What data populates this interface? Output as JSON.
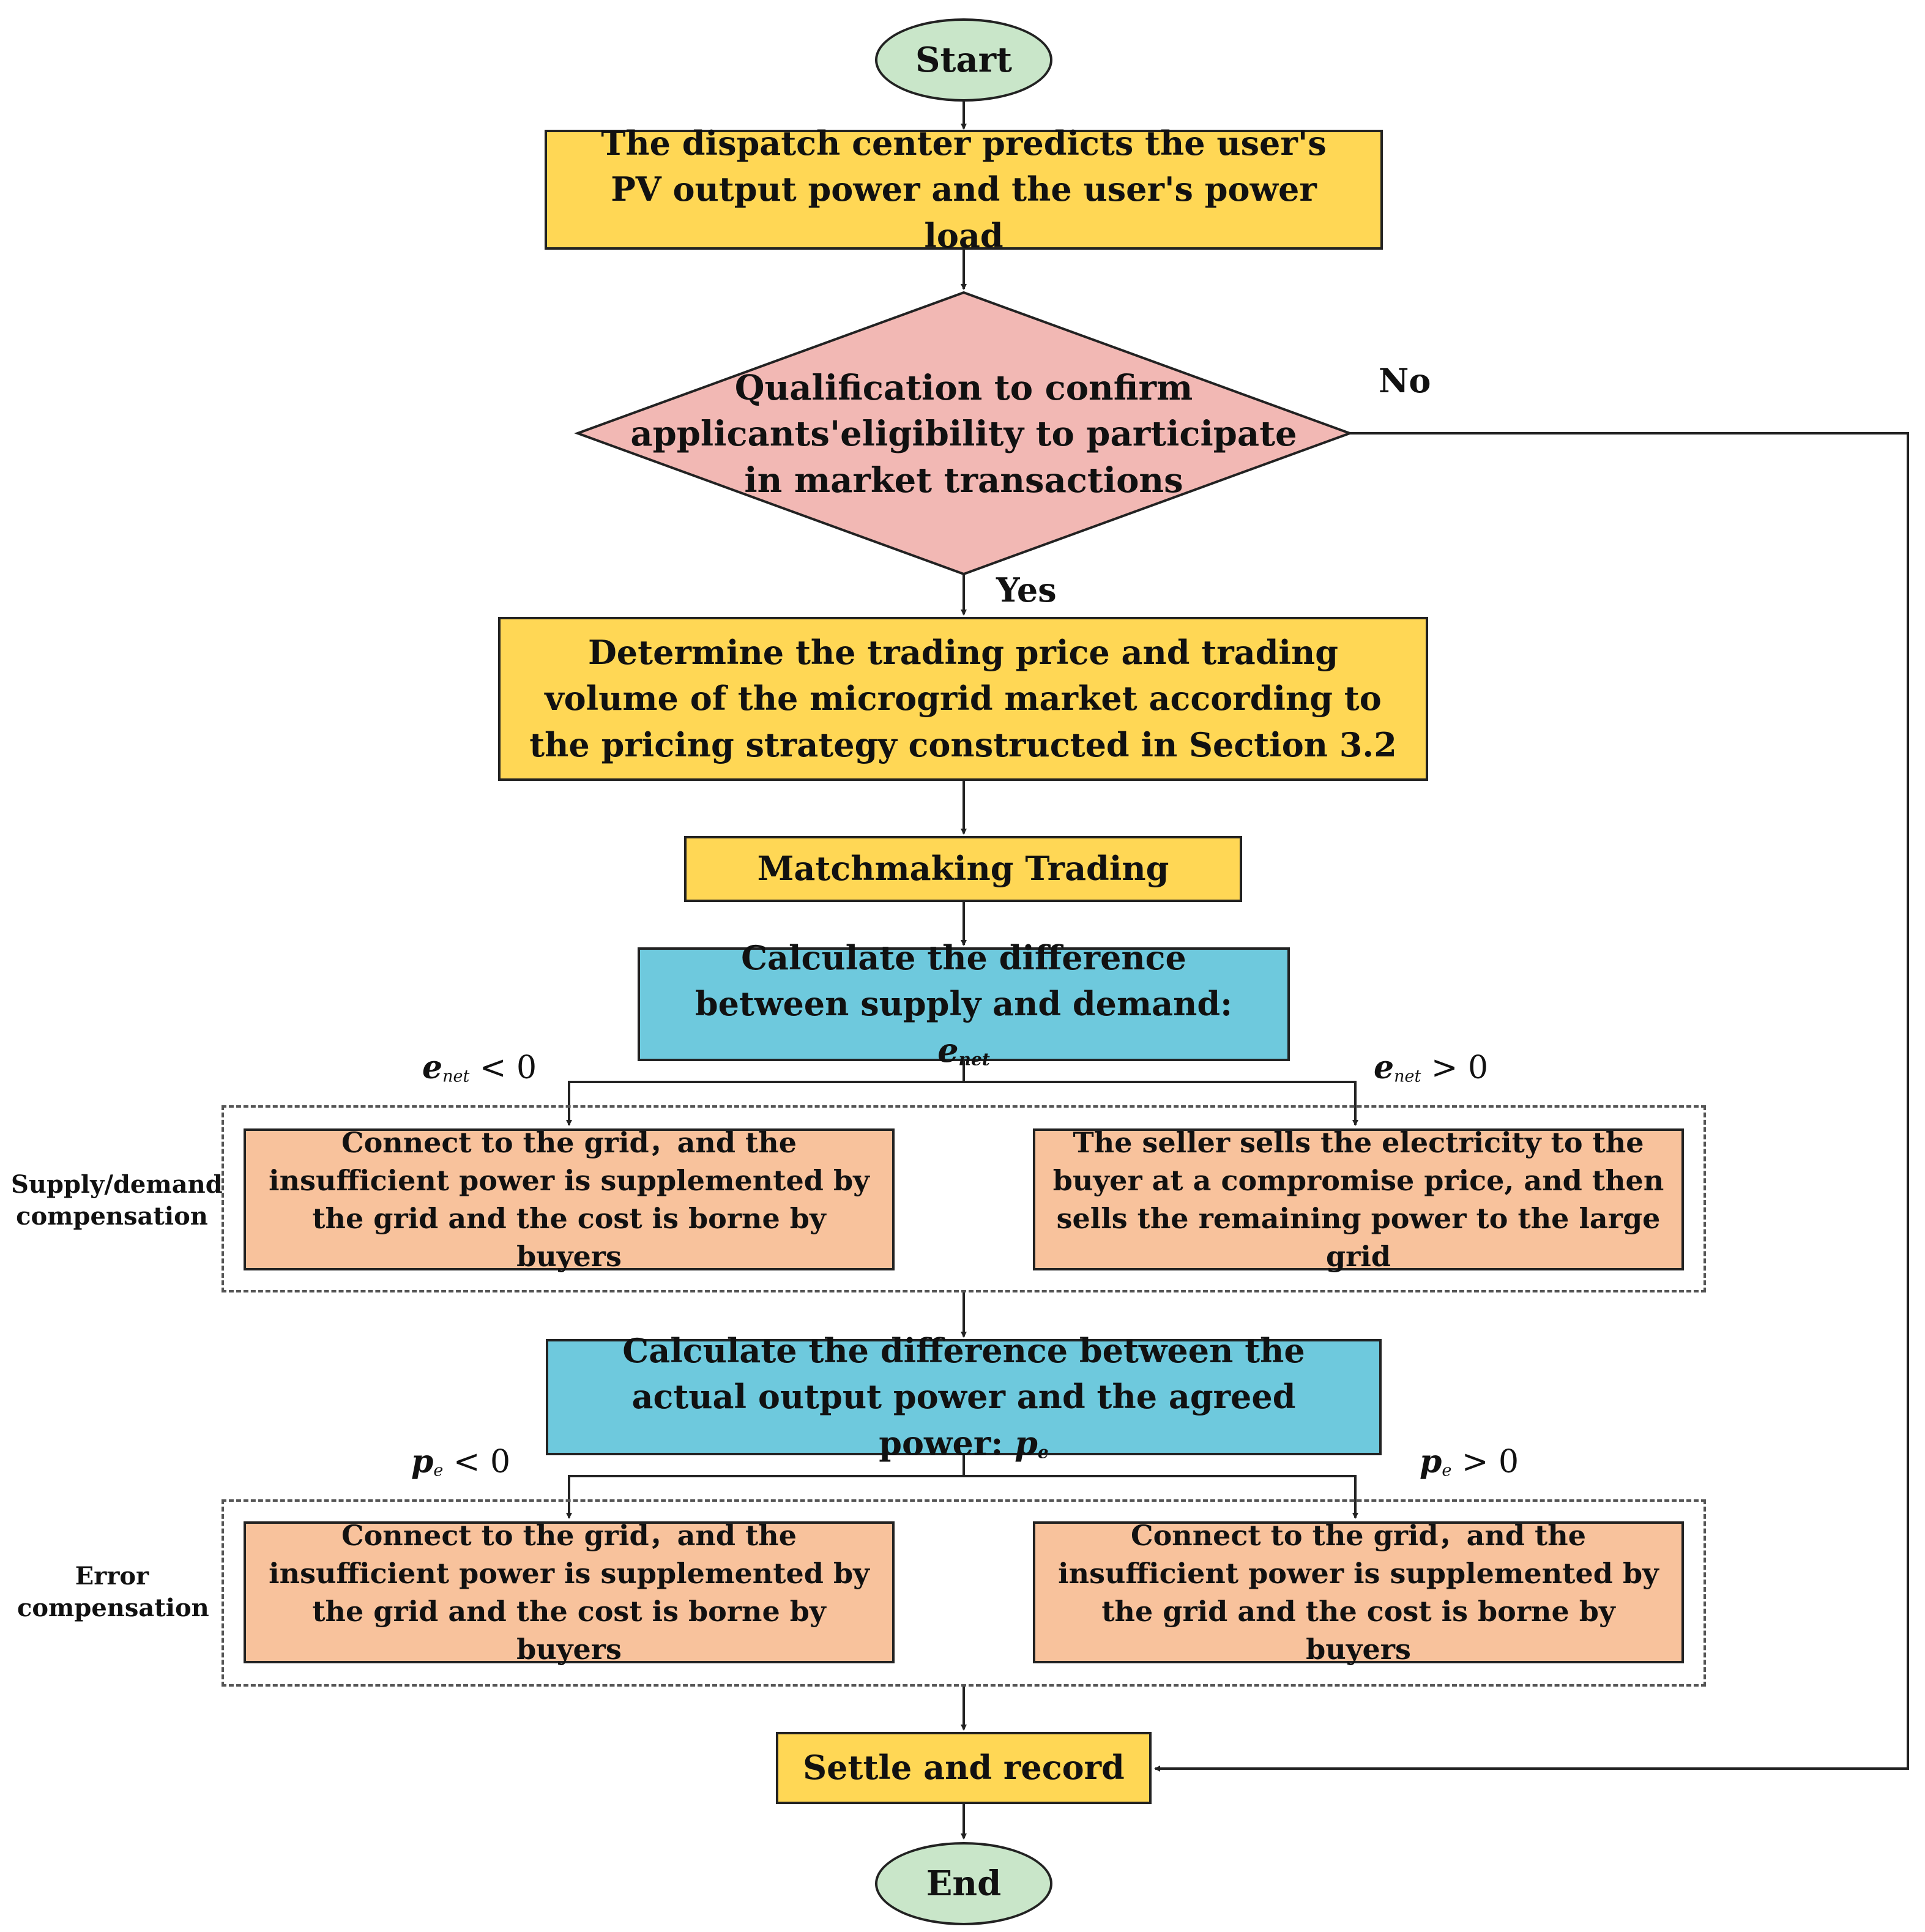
{
  "nodes": {
    "start": "Start",
    "predict": "The dispatch center predicts the user's PV output power and the user's power load",
    "decision": "Qualification to confirm applicants'eligibility to participate in market transactions",
    "determine": "Determine the trading price and trading volume of the microgrid market according to the pricing strategy constructed in Section 3.2",
    "matchmaking": "Matchmaking Trading",
    "calc_supply_demand": "Calculate the difference between supply and demand:",
    "calc_supply_demand_var": "e",
    "calc_supply_demand_sub": "net",
    "supply_left": "Connect to the grid，and the insufficient power is supplemented by the grid and the cost is borne by buyers",
    "supply_right": "The seller sells the electricity to the buyer at a compromise price, and then sells the remaining power to the large grid",
    "calc_error": "Calculate the difference between the actual output power and the agreed power:",
    "calc_error_var": "p",
    "calc_error_sub": "e",
    "error_left": "Connect to the grid，and the insufficient power is supplemented by the grid and the cost is borne by buyers",
    "error_right": "Connect to the grid，and the insufficient power is supplemented by the grid and the cost is borne by buyers",
    "settle": "Settle and record",
    "end": "End"
  },
  "edge_labels": {
    "yes": "Yes",
    "no": "No"
  },
  "branch_labels": {
    "enet_less": {
      "var": "e",
      "sub": "net",
      "rest": " < 0"
    },
    "enet_greater": {
      "var": "e",
      "sub": "net",
      "rest": " > 0"
    },
    "pe_less": {
      "var": "p",
      "sub": "e",
      "rest": " < 0"
    },
    "pe_greater": {
      "var": "p",
      "sub": "e",
      "rest": " > 0"
    }
  },
  "groups": {
    "supply_demand_label": "Supply/demand compensation",
    "error_label": "Error compensation"
  },
  "colors": {
    "process": "#ffd755",
    "calculation": "#6ec9dd",
    "outcome": "#f8c29c",
    "decision": "#f2b8b4",
    "terminal": "#c9e6c9"
  }
}
